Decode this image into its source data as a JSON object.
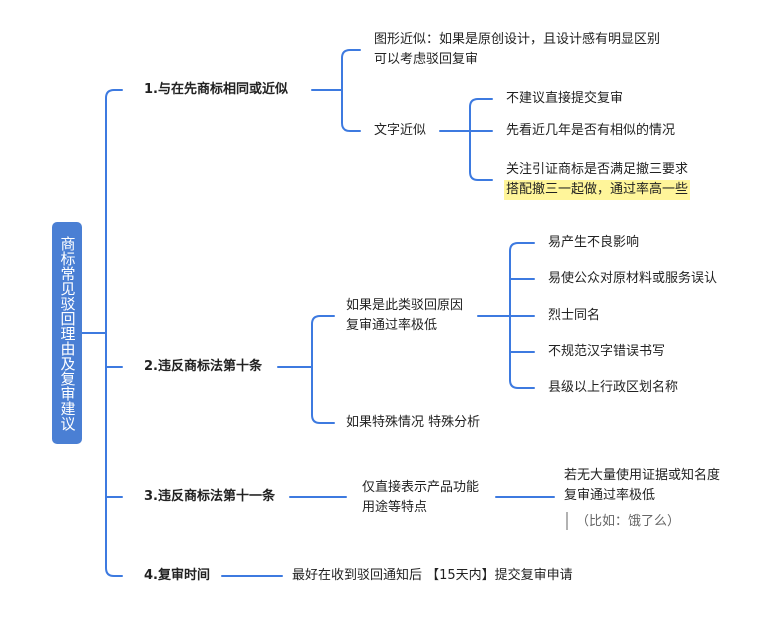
{
  "root": "商标常见驳回理由及复审建议",
  "colors": {
    "line": "#3d7ae0",
    "root_bg": "#4a7fd4",
    "highlight": "#fff59a"
  },
  "branches": [
    {
      "label": "1.与在先商标相同或近似",
      "children": [
        {
          "lines": [
            "图形近似：如果是原创设计，且设计感有明显区别",
            "可以考虑驳回复审"
          ]
        },
        {
          "label": "文字近似",
          "children": [
            "不建议直接提交复审",
            "先看近几年是否有相似的情况",
            "关注引证商标是否满足撤三要求",
            "搭配撤三一起做，通过率高一些"
          ]
        }
      ]
    },
    {
      "label": "2.违反商标法第十条",
      "children": [
        {
          "lines": [
            "如果是此类驳回原因",
            "复审通过率极低"
          ],
          "children": [
            "易产生不良影响",
            "易使公众对原材料或服务误认",
            "烈士同名",
            "不规范汉字错误书写",
            "县级以上行政区划名称"
          ]
        },
        {
          "label": "如果特殊情况 特殊分析"
        }
      ]
    },
    {
      "label": "3.违反商标法第十一条",
      "children": [
        {
          "lines": [
            "仅直接表示产品功能",
            "用途等特点"
          ],
          "detail": [
            "若无大量使用证据或知名度",
            "复审通过率极低"
          ],
          "note": "（比如：饿了么）"
        }
      ]
    },
    {
      "label": "4.复审时间",
      "children": [
        {
          "label": "最好在收到驳回通知后 【15天内】提交复审申请"
        }
      ]
    }
  ]
}
